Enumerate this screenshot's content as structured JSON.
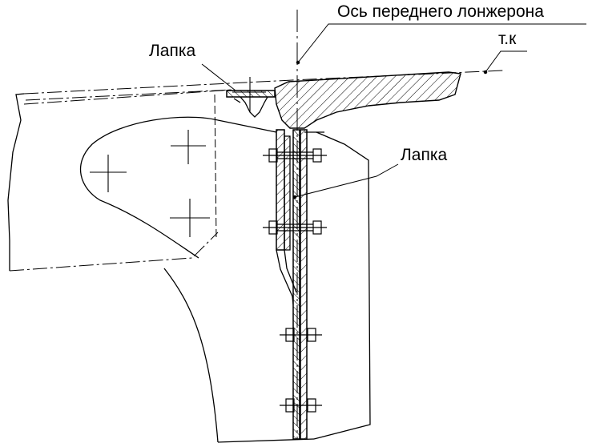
{
  "labels": {
    "spar_axis": "Ось переднего лонжерона",
    "tk": "т.к",
    "lapka_upper": "Лапка",
    "lapka_side": "Лапка"
  },
  "colors": {
    "ink": "#000000",
    "paper": "#ffffff"
  }
}
